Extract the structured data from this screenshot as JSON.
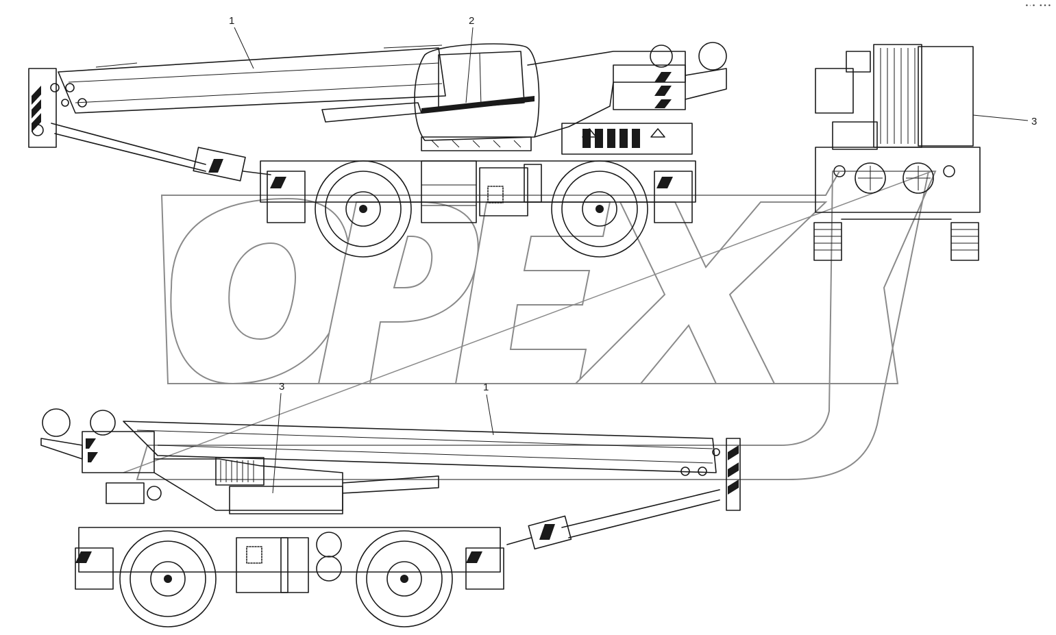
{
  "watermark": {
    "text": "OPEX"
  },
  "callouts": {
    "top_boom": "1",
    "top_cab": "2",
    "rear_counterweight": "3",
    "bottom_counterweight": "3",
    "bottom_boom": "1"
  },
  "corner_glyph": "•·• •••"
}
